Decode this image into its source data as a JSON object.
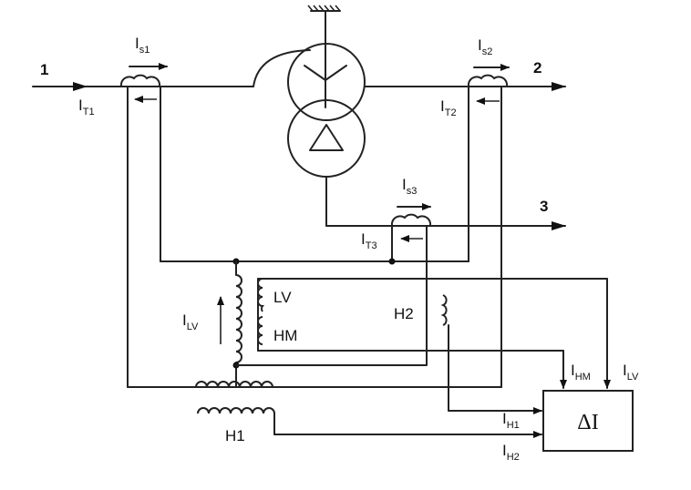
{
  "diagram": {
    "terminals": {
      "t1": "1",
      "t2": "2",
      "t3": "3"
    },
    "currents": {
      "is1": {
        "base": "I",
        "sub": "s1"
      },
      "is2": {
        "base": "I",
        "sub": "s2"
      },
      "is3": {
        "base": "I",
        "sub": "s3"
      },
      "it1": {
        "base": "I",
        "sub": "T1"
      },
      "it2": {
        "base": "I",
        "sub": "T2"
      },
      "it3": {
        "base": "I",
        "sub": "T3"
      },
      "ilv_left": {
        "base": "I",
        "sub": "LV"
      },
      "ihm": {
        "base": "I",
        "sub": "HM"
      },
      "ilv_right": {
        "base": "I",
        "sub": "LV"
      },
      "ih1": {
        "base": "I",
        "sub": "H1"
      },
      "ih2": {
        "base": "I",
        "sub": "H2"
      }
    },
    "windings": {
      "lv": "LV",
      "hm": "HM",
      "h1": "H1",
      "h2": "H2"
    },
    "relay": {
      "label": "ΔI"
    }
  }
}
